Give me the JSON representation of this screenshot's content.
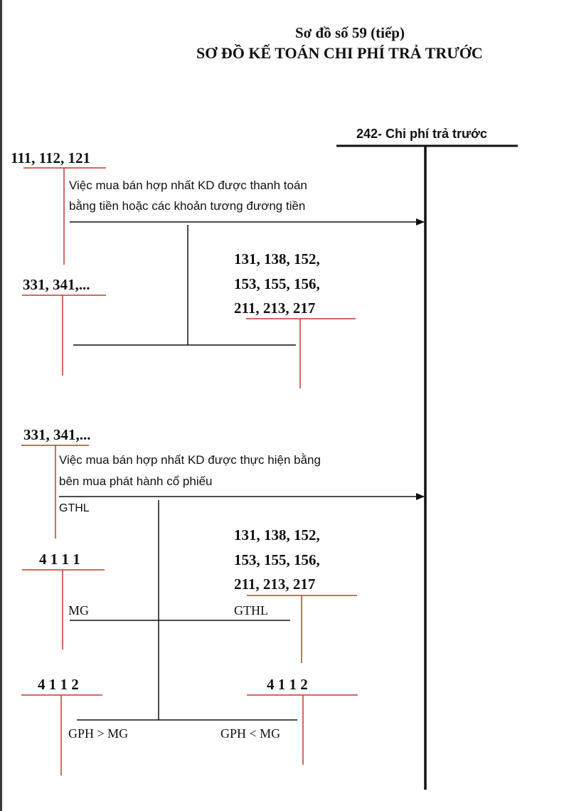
{
  "header": {
    "subtitle": "Sơ đồ số 59 (tiếp)",
    "title": "SƠ ĐỒ KẾ TOÁN CHI PHÍ TRẢ TRƯỚC"
  },
  "main_account": {
    "label": "242- Chi phí trả trước"
  },
  "section1": {
    "source_account": "111, 112, 121",
    "description_line1": "Việc mua bán hợp nhất KD được thanh toán",
    "description_line2": "bằng tiền hoặc các khoản tương đương tiền",
    "liability_account": "331, 341,...",
    "asset_accounts_line1": "131, 138, 152,",
    "asset_accounts_line2": "153, 155, 156,",
    "asset_accounts_line3": "211, 213, 217"
  },
  "section2": {
    "liability_account": "331, 341,...",
    "description_line1": "Việc mua bán hợp nhất KD được thực hiện bằng",
    "description_line2": "bên mua phát hành cổ phiếu",
    "gthl_left": "GTHL",
    "asset_accounts_line1": "131, 138, 152,",
    "asset_accounts_line2": "153, 155, 156,",
    "asset_accounts_line3": "211, 213, 217",
    "equity_account_4111": "4 1 1 1",
    "mg_label": "MG",
    "gthl_right": "GTHL",
    "equity_account_4112_left": "4 1 1 2",
    "equity_account_4112_right": "4 1 1 2",
    "gph_greater_label": "GPH > MG",
    "gph_less_label": "GPH < MG"
  },
  "colors": {
    "t_account_line": "#c0392b",
    "flow_line": "#111111",
    "text": "#111111"
  }
}
